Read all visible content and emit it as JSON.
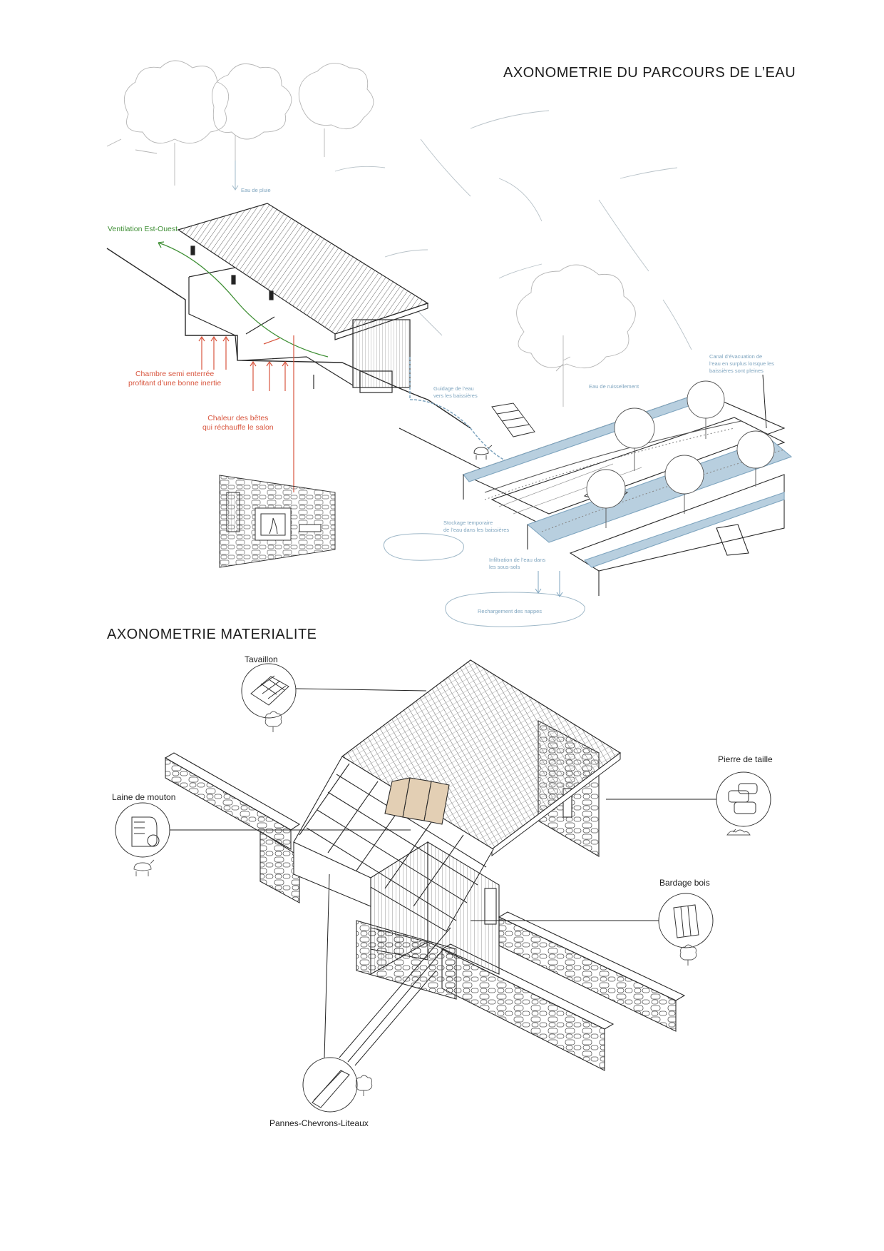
{
  "titles": {
    "water": "AXONOMETRIE DU PARCOURS DE L’EAU",
    "material": "AXONOMETRIE MATERIALITE"
  },
  "water_labels": {
    "ventilation": "Ventilation Est-Ouest",
    "rain": "Eau de pluie",
    "chamber_l1": "Chambre semi enterrée",
    "chamber_l2": "profitant d’une bonne inertie",
    "heat_l1": "Chaleur des bêtes",
    "heat_l2": "qui réchauffe le salon",
    "guidance_l1": "Guidage de l’eau",
    "guidance_l2": "vers les baissières",
    "runoff": "Eau de ruissellement",
    "channels_l1": "Canal d’évacuation de",
    "channels_l2": "l’eau en surplus lorsque les",
    "channels_l3": "baissières sont pleines",
    "storage_l1": "Stockage temporaire",
    "storage_l2": "de l’eau dans les baissières",
    "infiltration_l1": "Infiltration de l’eau dans",
    "infiltration_l2": "les sous-sols",
    "recharge": "Rechargement des nappes"
  },
  "materials": [
    {
      "label": "Tavaillon",
      "icon": "shingles-icon",
      "source_icon": "tree-icon"
    },
    {
      "label": "Pierre de taille",
      "icon": "stone-blocks-icon",
      "source_icon": "rocks-icon"
    },
    {
      "label": "Laine de mouton",
      "icon": "wool-roll-icon",
      "source_icon": "sheep-icon"
    },
    {
      "label": "Bardage bois",
      "icon": "wood-cladding-icon",
      "source_icon": "tree-icon"
    },
    {
      "label": "Pannes-Chevrons-Liteaux",
      "icon": "timber-beam-icon",
      "source_icon": "tree-icon"
    }
  ],
  "colors": {
    "ink": "#2a2a2a",
    "water_blue": "#7fa5bf",
    "water_fill": "#b8cfdf",
    "heat_red": "#d8563f",
    "ventilation_green": "#3f8f35",
    "wool_fill": "#e3cfb4"
  }
}
